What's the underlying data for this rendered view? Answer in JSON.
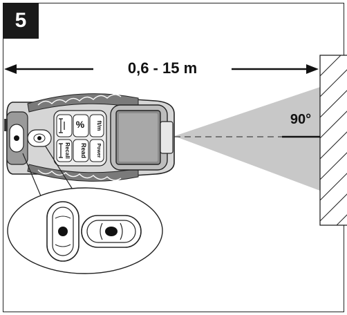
{
  "figure": {
    "number": "5",
    "range_label": "0,6 - 15 m",
    "angle_label": "90°"
  },
  "device": {
    "buttons": [
      "ft/m",
      "Read",
      "Recall",
      "Power"
    ]
  },
  "colors": {
    "ink": "#111111",
    "beam": "#c8c8c8",
    "device_body": "#d6d6d6",
    "device_dark": "#6e6e6e"
  }
}
